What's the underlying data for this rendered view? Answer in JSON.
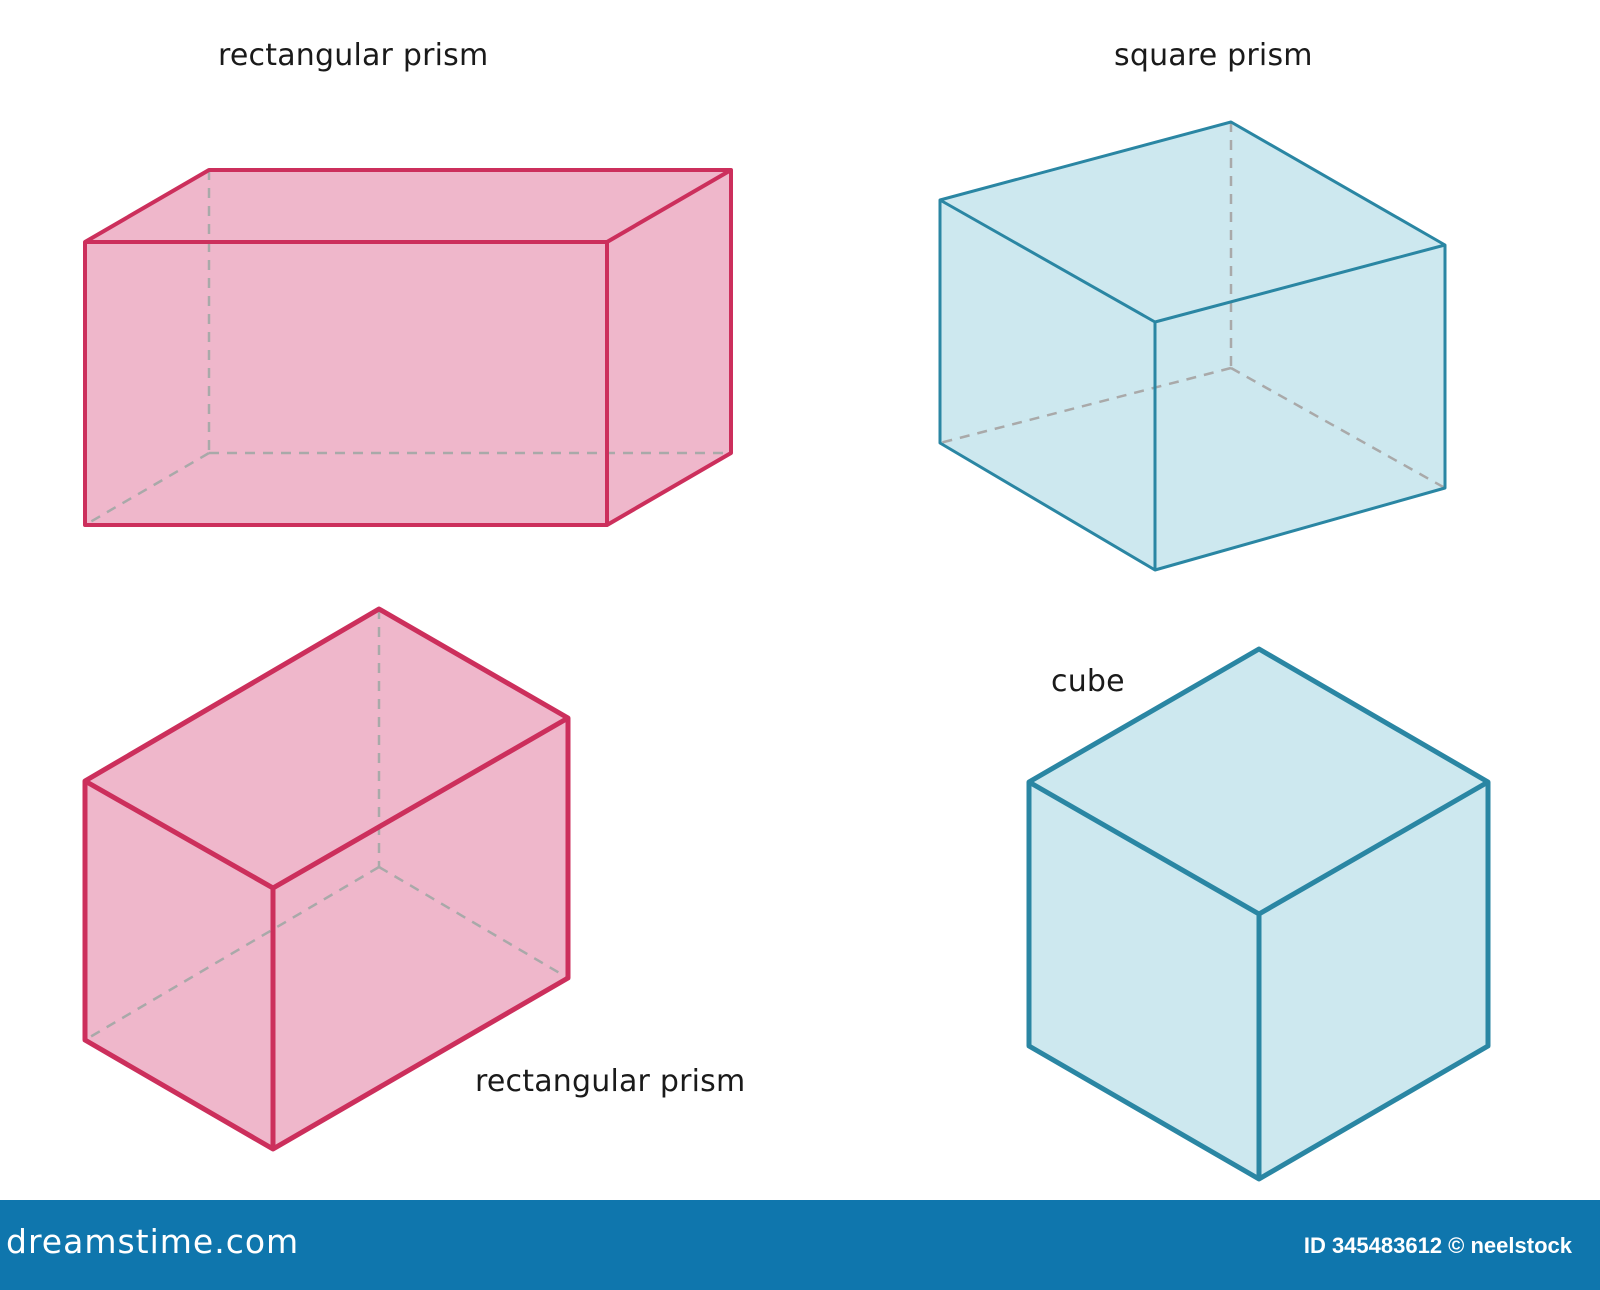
{
  "colors": {
    "pink_fill": "#efb7cb",
    "pink_stroke": "#cc2f5c",
    "blue_fill": "#cde8ef",
    "blue_stroke": "#2a86a3",
    "hidden_edge": "#a9a9a9",
    "footer_bg": "#0f76ad"
  },
  "shapes": [
    {
      "id": "rect_prism_1",
      "label": "rectangular prism",
      "kind": "rectangular prism"
    },
    {
      "id": "square_prism",
      "label": "square prism",
      "kind": "square prism"
    },
    {
      "id": "rect_prism_2",
      "label": "rectangular prism",
      "kind": "rectangular prism"
    },
    {
      "id": "cube",
      "label": "cube",
      "kind": "cube"
    }
  ],
  "footer": {
    "brand": "dreamstime.com",
    "credit": "ID 345483612 © neelstock"
  }
}
